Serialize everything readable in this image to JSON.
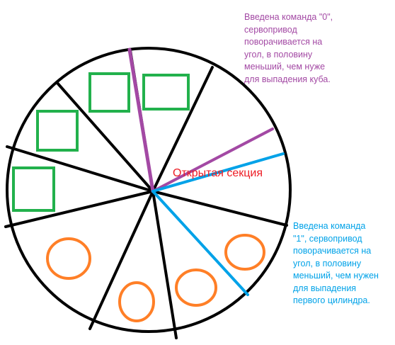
{
  "labels": {
    "open_section": "Открытая секция"
  },
  "notes": {
    "command_0": {
      "lines": [
        "Введена команда \"0\",",
        "сервопривод",
        "поворачивается на",
        "угол, в половину",
        "меньший, чем нуже",
        "для выпадения куба."
      ]
    },
    "command_1": {
      "lines": [
        "Введена команда",
        "\"1\", сервопривод",
        "поворачивается на",
        "угол, в половину",
        "меньший, чем нужен",
        "для выпадения",
        "первого цилиндра."
      ]
    }
  },
  "colors": {
    "wheel_outline": "#000000",
    "cube_marker": "#22b14c",
    "cylinder_marker": "#ff7f27",
    "command_0": "#a349a4",
    "command_1": "#00a2e8",
    "open_section_label": "#ed1c24"
  },
  "items": {
    "cubes": 4,
    "cylinders": 4
  }
}
